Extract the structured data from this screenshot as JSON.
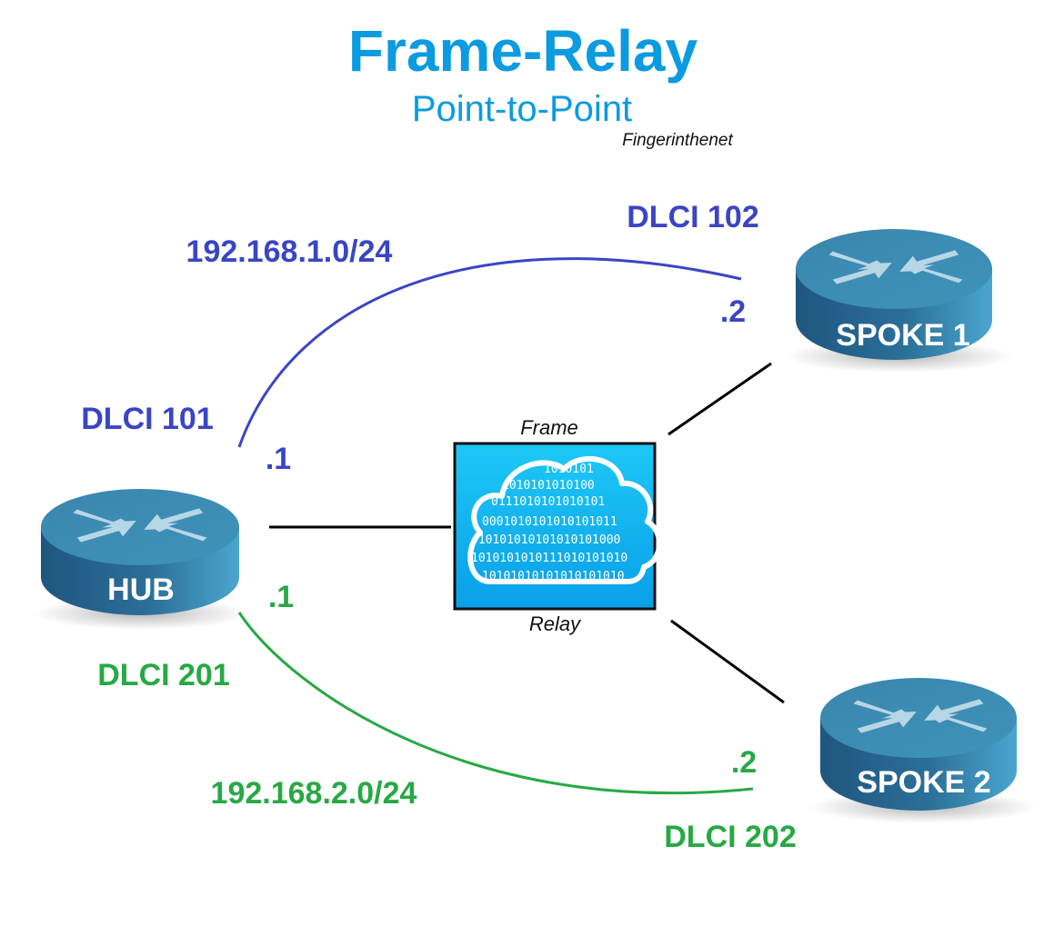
{
  "header": {
    "title": "Frame-Relay",
    "subtitle": "Point-to-Point",
    "credit": "Fingerinthenet"
  },
  "colors": {
    "title": "#0b9be0",
    "link1": "#3a45c4",
    "link2": "#27a944",
    "router_top": "#3d8eb3",
    "router_side": "#235f86",
    "cloud_bg": "#12b6f0",
    "arrow": "#b7d6e6"
  },
  "routers": {
    "hub": {
      "name": "HUB"
    },
    "spoke1": {
      "name": "SPOKE 1"
    },
    "spoke2": {
      "name": "SPOKE 2"
    }
  },
  "cloud": {
    "label_top": "Frame",
    "label_bottom": "Relay",
    "binary_lines": [
      "1010101",
      "1010101010100",
      "0111010101010101",
      "0001010101010101011",
      "010101010101010101000",
      "1010101010111010101010",
      "10101010101010101010"
    ]
  },
  "link1": {
    "network": "192.168.1.0/24",
    "hub_dlci": "DLCI 101",
    "spoke_dlci": "DLCI 102",
    "hub_ip": ".1",
    "spoke_ip": ".2"
  },
  "link2": {
    "network": "192.168.2.0/24",
    "hub_dlci": "DLCI 201",
    "spoke_dlci": "DLCI 202",
    "hub_ip": ".1",
    "spoke_ip": ".2"
  }
}
